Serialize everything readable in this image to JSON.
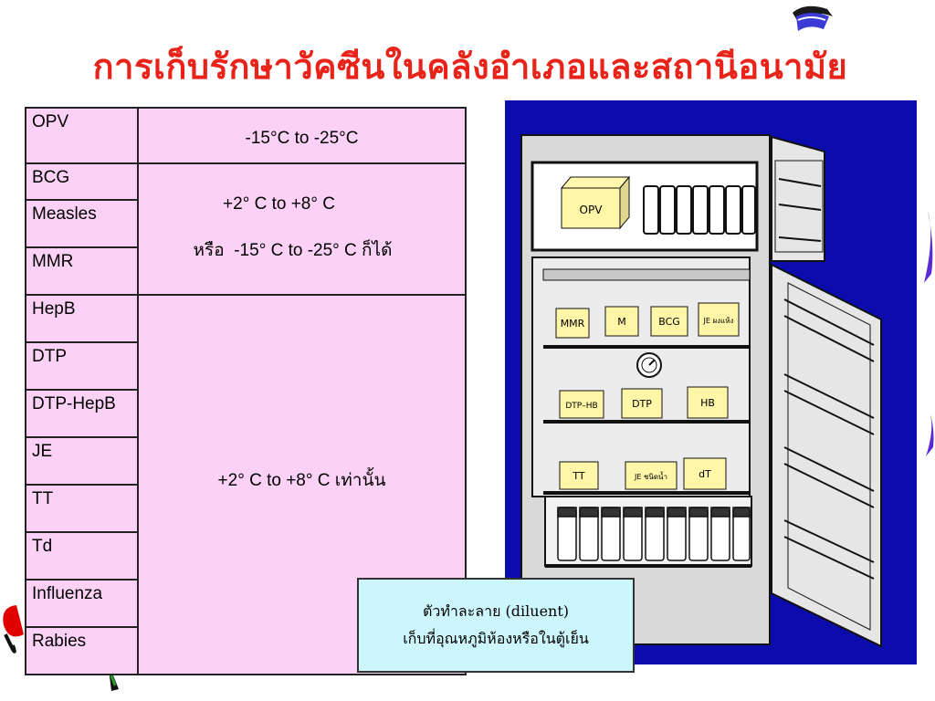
{
  "title": "การเก็บรักษาวัคซีนในคลังอำเภอและสถานีอนามัย",
  "table": {
    "group1": {
      "vaccines": [
        "OPV"
      ],
      "condition": "-15°C to -25°C"
    },
    "group2": {
      "vaccines": [
        "BCG",
        "Measles",
        "MMR"
      ],
      "condition_line1": "+2° C to +8° C",
      "condition_line2_prefix": "หรือ",
      "condition_line2_range": "-15° C to -25° C",
      "condition_line2_suffix": "ก็ได้"
    },
    "group3": {
      "vaccines": [
        "HepB",
        "DTP",
        "DTP-HepB",
        "JE",
        "TT",
        "Td",
        "Influenza",
        "Rabies"
      ],
      "condition_range": "+2° C to +8° C",
      "condition_suffix": "เท่านั้น"
    }
  },
  "fridge_labels": {
    "top": "OPV",
    "shelf1": [
      "MMR",
      "M",
      "BCG",
      "JE ผงแห้ง"
    ],
    "shelf2": [
      "DTP–HB",
      "DTP",
      "HB"
    ],
    "shelf3": [
      "TT",
      "JE ชนิดน้ำ",
      "dT"
    ]
  },
  "note": {
    "line1": "ตัวทำละลาย (diluent)",
    "line2": "เก็บที่อุณหภูมิห้องหรือในตู้เย็น"
  },
  "colors": {
    "title": "#e8231a",
    "table_fill": "#fbd2f6",
    "fridge_bg": "#0c0cac",
    "note_fill": "#ccf6fb"
  }
}
